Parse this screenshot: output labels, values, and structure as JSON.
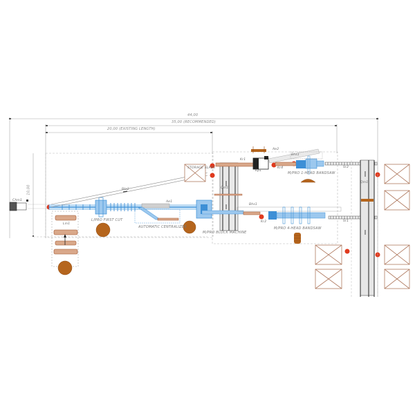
{
  "drawing": {
    "type": "sawmill layout plan",
    "background": "#ffffff",
    "colors": {
      "line": "#9a9a9a",
      "dashed": "#b5b5b5",
      "machine_blue": "#3d8fd6",
      "machine_blue_light": "#9cc8ee",
      "log_brown": "#b5651d",
      "log_outline": "#a0522d",
      "safety_red": "#e03a1e",
      "storage_box": "#b07a60",
      "conveyor_gray": "#e6e6e6"
    },
    "dimensions": {
      "total": "44,00",
      "recommended": "35,00 (RECOMMENDED)",
      "existing": "20,00 (EXISTING LENGTH)",
      "width": "10,00"
    },
    "machines": {
      "first_cut": "L/PRO FIRST CUT",
      "centralizer": "AUTOMATIC CENTRALIZER",
      "block_machine": "M/PRO BLOCK MACHINE",
      "one_head_bandsaw": "M/PRO 1-HEAD BANDSAW",
      "four_head_bandsaw": "M/PRO 4-HEAD BANDSAW",
      "storage": "STORAGE SLABS"
    },
    "tags": {
      "chm1": "Chm1",
      "lm1": "Lm1",
      "bts2": "Bts2",
      "ae1": "Ae1",
      "ae2": "Ae2",
      "bhs1": "Bhs1",
      "qm1": "Qm1",
      "qm2": "Qm1",
      "kp1": "Kp1",
      "kr1": "Kr1",
      "kr2": "Kr2",
      "kr4": "Kr4",
      "bhs2": "Bhs1",
      "sr1": "Sr1",
      "sr2": "Sr2"
    }
  }
}
